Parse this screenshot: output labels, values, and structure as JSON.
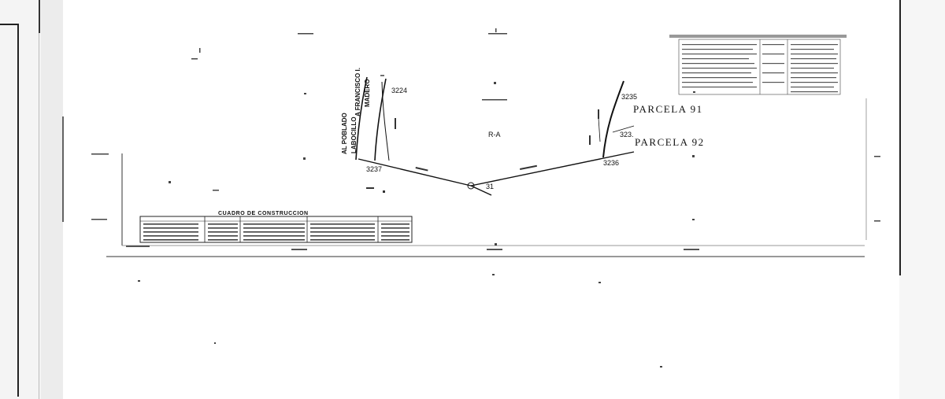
{
  "parcels": {
    "north_label": "PARCELA  91",
    "south_label": "PARCELA  92"
  },
  "zone_label": "R-A",
  "roads": {
    "road_1": "AL POBLADO",
    "road_2": "LABOCILLO",
    "road_3": "A FRANCISCO I.",
    "road_4": "MADERO"
  },
  "vertices": {
    "v1": "3224",
    "v2": "3237",
    "v3": "3235",
    "v4": "323.",
    "v5": "3236",
    "v6": "31"
  },
  "table": {
    "title": "CUADRO  DE  CONSTRUCCION"
  },
  "colors": {
    "sheet": "#ffffff",
    "ink": "#111111",
    "margin": "#ececec"
  }
}
